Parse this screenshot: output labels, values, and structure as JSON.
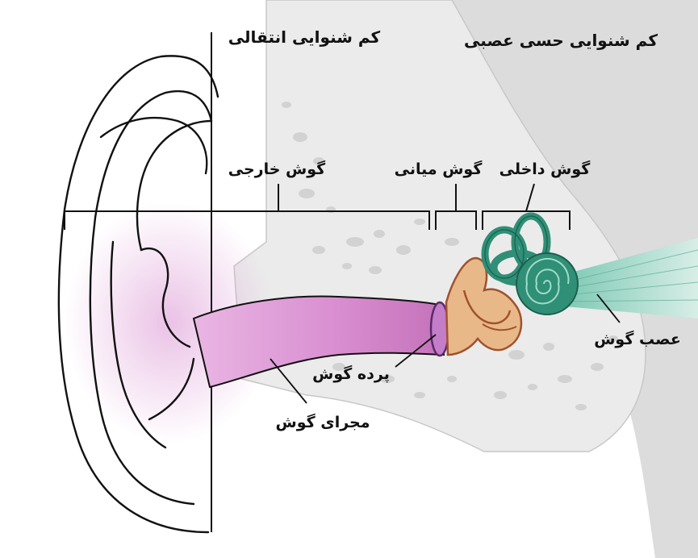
{
  "headers": {
    "conductive": "کم شنوایی انتقالی",
    "sensorineural": "کم شنوایی حسی عصبی"
  },
  "parts": {
    "outer_ear": "گوش خارجی",
    "middle_ear": "گوش میانی",
    "inner_ear": "گوش داخلی"
  },
  "callouts": {
    "auditory_nerve": "عصب گوش",
    "eardrum": "پرده گوش",
    "ear_canal": "مجرای گوش"
  },
  "colors": {
    "background_right": "#dcdcdc",
    "bone": "#e6e6e6",
    "ear_canal": "#d98fd1",
    "inner_ear": "#2f8f77",
    "ossicles": "#e8b889",
    "ossicle_edge": "#a0522d",
    "outline": "#111111"
  }
}
